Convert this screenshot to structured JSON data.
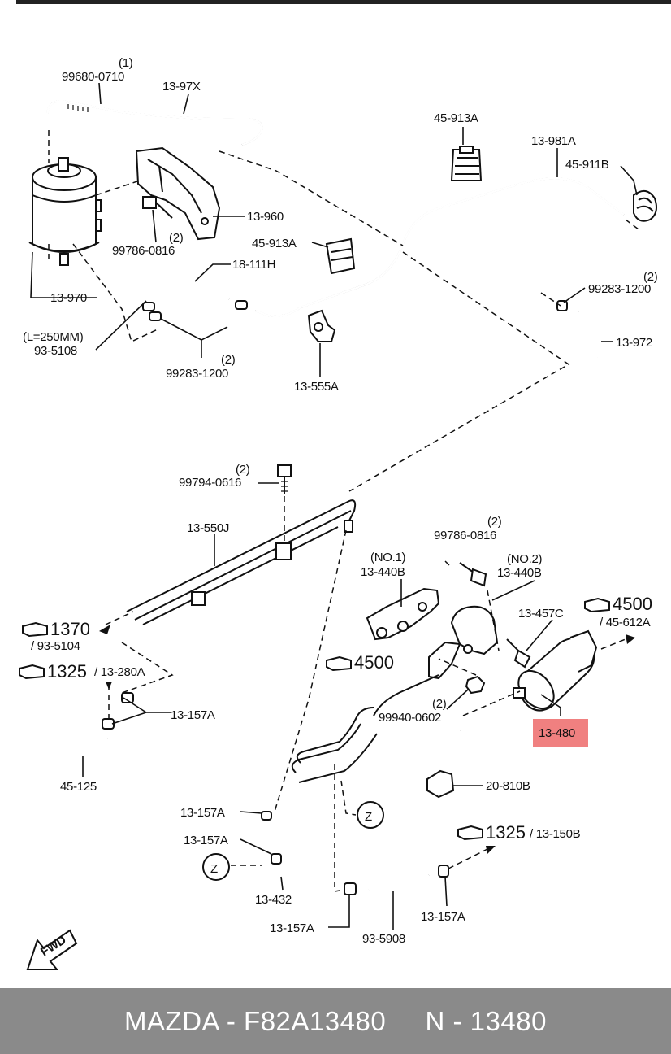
{
  "labels": {
    "l_99680": "99680-0710",
    "l_99680_q": "(1)",
    "l_1397x": "13-97X",
    "l_45913a_top": "45-913A",
    "l_13981a": "13-981A",
    "l_45911b": "45-911B",
    "l_13960": "13-960",
    "l_99786_top": "99786-0816",
    "l_99786_top_q": "(2)",
    "l_45913a_mid": "45-913A",
    "l_18111h": "18-111H",
    "l_99283_r": "99283-1200",
    "l_99283_r_q": "(2)",
    "l_13970": "13-970",
    "l_13972": "13-972",
    "l_len": "(L=250MM)",
    "l_935108": "93-5108",
    "l_99283_l": "99283-1200",
    "l_99283_l_q": "(2)",
    "l_13555a": "13-555A",
    "l_99794": "99794-0616",
    "l_99794_q": "(2)",
    "l_13550j": "13-550J",
    "l_99786_mid": "99786-0816",
    "l_99786_mid_q": "(2)",
    "l_no1": "(NO.1)",
    "l_13440b_1": "13-440B",
    "l_no2": "(NO.2)",
    "l_13440b_2": "13-440B",
    "l_1370": "1370",
    "l_935104": "/ 93-5104",
    "l_1325a": "1325",
    "l_13280a": "/ 13-280A",
    "l_4500_mid": "4500",
    "l_13457c": "13-457C",
    "l_4500_right": "4500",
    "l_45612a": "/ 45-612A",
    "l_13157a_1": "13-157A",
    "l_99940": "99940-0602",
    "l_99940_q": "(2)",
    "l_13480": "13-480",
    "l_45125": "45-125",
    "l_20810b": "20-810B",
    "l_13157a_2": "13-157A",
    "l_z1": "Z",
    "l_13157a_3": "13-157A",
    "l_1325b": "1325",
    "l_13150b": "/ 13-150B",
    "l_z2": "Z",
    "l_13432": "13-432",
    "l_13157a_4": "13-157A",
    "l_935908": "93-5908",
    "l_13157a_5": "13-157A",
    "l_fwd": "FWD"
  },
  "highlight_color": "#f08080",
  "footer": {
    "text": "MAZDA - F82A13480     N - 13480",
    "background": "#8a8a8a",
    "color": "#ffffff"
  }
}
